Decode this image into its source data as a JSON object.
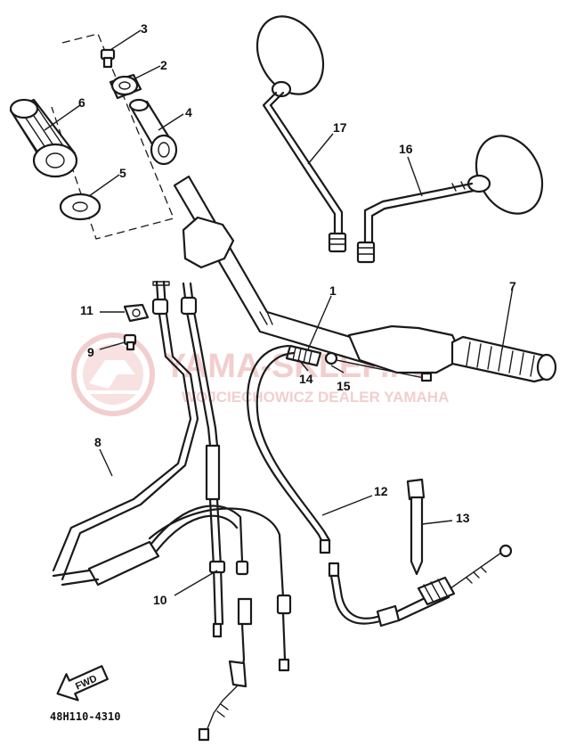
{
  "callouts": [
    "1",
    "2",
    "3",
    "4",
    "5",
    "6",
    "7",
    "8",
    "9",
    "10",
    "11",
    "12",
    "13",
    "14",
    "15",
    "16",
    "17"
  ],
  "direction_label": "FWD",
  "diagram_code": "48H110-4310",
  "watermark": {
    "line1": "YAMA-SKLEP.PL",
    "line2": "WOJCIECHOWICZ DEALER YAMAHA",
    "color": "#e9a7a7"
  }
}
